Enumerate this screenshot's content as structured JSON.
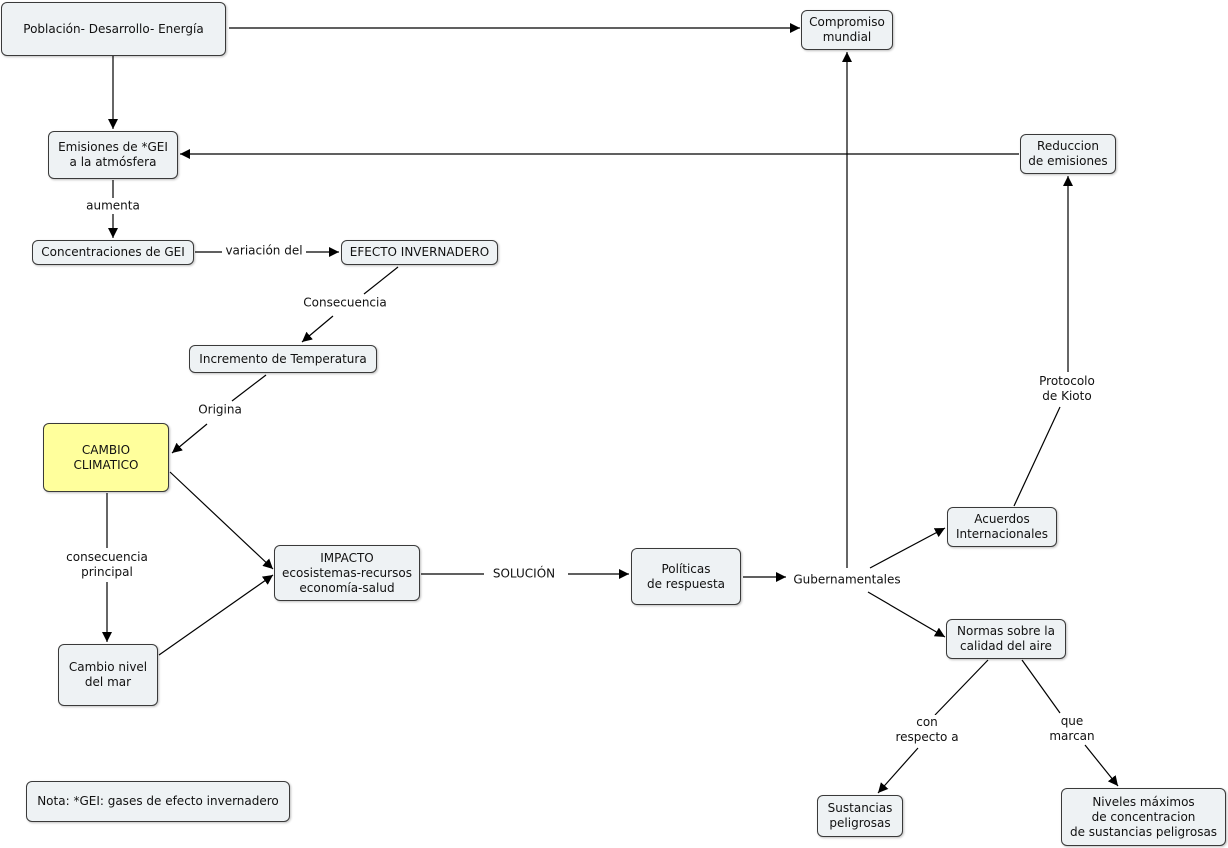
{
  "nodes": {
    "poblacion": "Población- Desarrollo- Energía",
    "compromiso": "Compromiso\nmundial",
    "emisiones": "Emisiones de *GEI\na la atmósfera",
    "reduccion": "Reduccion\nde emisiones",
    "concentraciones": "Concentraciones de GEI",
    "efecto": "EFECTO INVERNADERO",
    "incremento": "Incremento de Temperatura",
    "cambio": "CAMBIO\nCLIMATICO",
    "impacto": "IMPACTO\necosistemas-recursos\neconomía-salud",
    "politicas": "Políticas\nde respuesta",
    "acuerdos": "Acuerdos\nInternacionales",
    "normas": "Normas sobre la\ncalidad del aire",
    "cambio_nivel": "Cambio nivel\ndel mar",
    "sustancias": "Sustancias\npeligrosas",
    "niveles": "Niveles máximos\nde concentracion\nde sustancias peligrosas",
    "nota": "Nota: *GEI: gases de efecto invernadero"
  },
  "links": {
    "aumenta": "aumenta",
    "variacion": "variación del",
    "consecuencia": "Consecuencia",
    "origina": "Origina",
    "consecuencia_principal": "consecuencia\nprincipal",
    "solucion": "SOLUCIÓN",
    "gubernamentales": "Gubernamentales",
    "protocolo": "Protocolo\nde Kioto",
    "con_respecto": "con\nrespecto a",
    "que_marcan": "que\nmarcan"
  }
}
